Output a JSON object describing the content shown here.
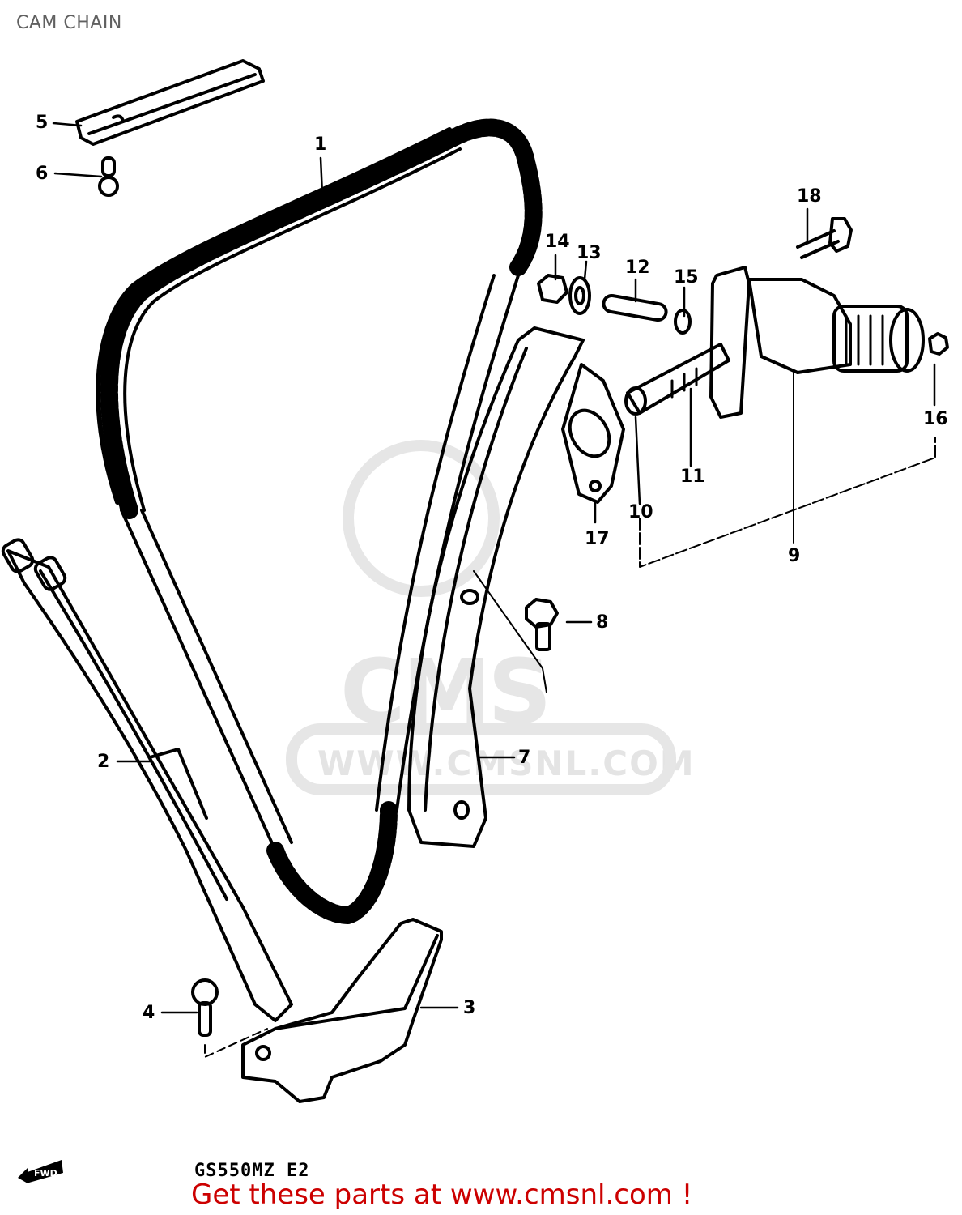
{
  "header": {
    "title": "CAM CHAIN"
  },
  "diagram": {
    "model_code": "GS550MZ E2",
    "direction_icon": "fwd-arrow-icon",
    "direction_label": "FWD",
    "watermark": {
      "logo": "CMS",
      "url": "WWW.CMSNL.COM"
    },
    "callouts": [
      {
        "number": "1",
        "part": "cam-chain"
      },
      {
        "number": "2",
        "part": "chain-guide-rear"
      },
      {
        "number": "3",
        "part": "chain-guide-lower"
      },
      {
        "number": "4",
        "part": "screw"
      },
      {
        "number": "5",
        "part": "chain-guide-top"
      },
      {
        "number": "6",
        "part": "screw"
      },
      {
        "number": "7",
        "part": "tensioner-guide"
      },
      {
        "number": "8",
        "part": "bolt"
      },
      {
        "number": "9",
        "part": "tensioner-assembly"
      },
      {
        "number": "10",
        "part": "push-rod"
      },
      {
        "number": "11",
        "part": "spring"
      },
      {
        "number": "12",
        "part": "shaft"
      },
      {
        "number": "13",
        "part": "washer"
      },
      {
        "number": "14",
        "part": "nut"
      },
      {
        "number": "15",
        "part": "o-ring"
      },
      {
        "number": "16",
        "part": "nut"
      },
      {
        "number": "17",
        "part": "gasket"
      },
      {
        "number": "18",
        "part": "bolt"
      }
    ]
  },
  "footer": {
    "cta": "Get these parts at www.cmsnl.com !",
    "accent_color": "#cc0000"
  }
}
